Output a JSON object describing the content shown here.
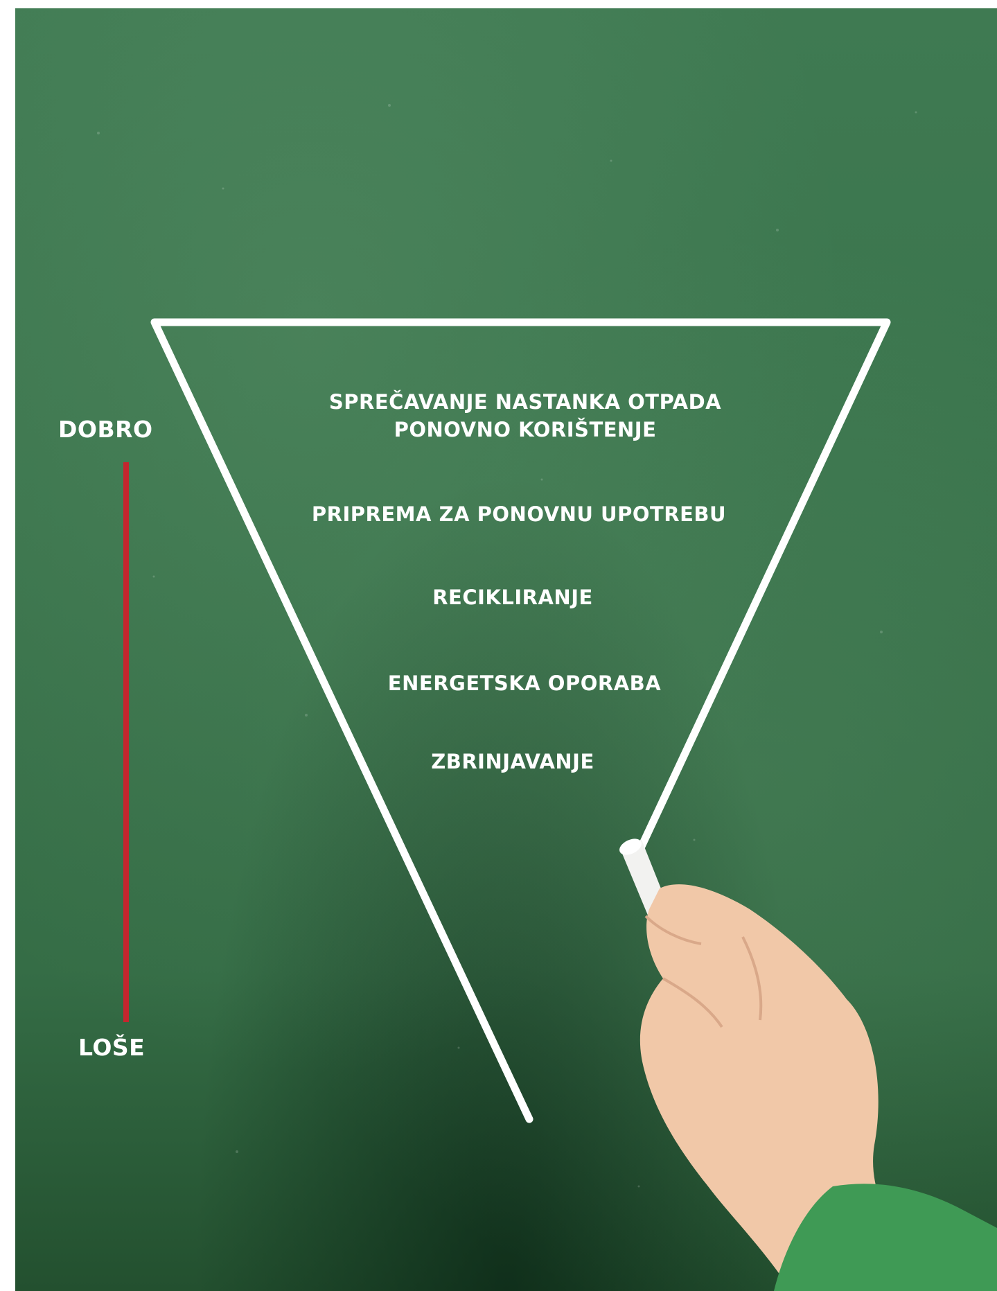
{
  "scale": {
    "top_label": "DOBRO",
    "bottom_label": "LOŠE",
    "bar_color": "#c4262e"
  },
  "hierarchy": {
    "levels": [
      {
        "line1": "SPREČAVANJE NASTANKA OTPADA",
        "line2": "PONOVNO KORIŠTENJE"
      },
      {
        "line1": "PRIPREMA ZA PONOVNU UPOTREBU"
      },
      {
        "line1": "RECIKLIRANJE"
      },
      {
        "line1": "ENERGETSKA OPORABA"
      },
      {
        "line1": "ZBRINJAVANJE"
      }
    ]
  },
  "colors": {
    "chalkboard": "#3a744c",
    "chalk": "#ffffff"
  }
}
